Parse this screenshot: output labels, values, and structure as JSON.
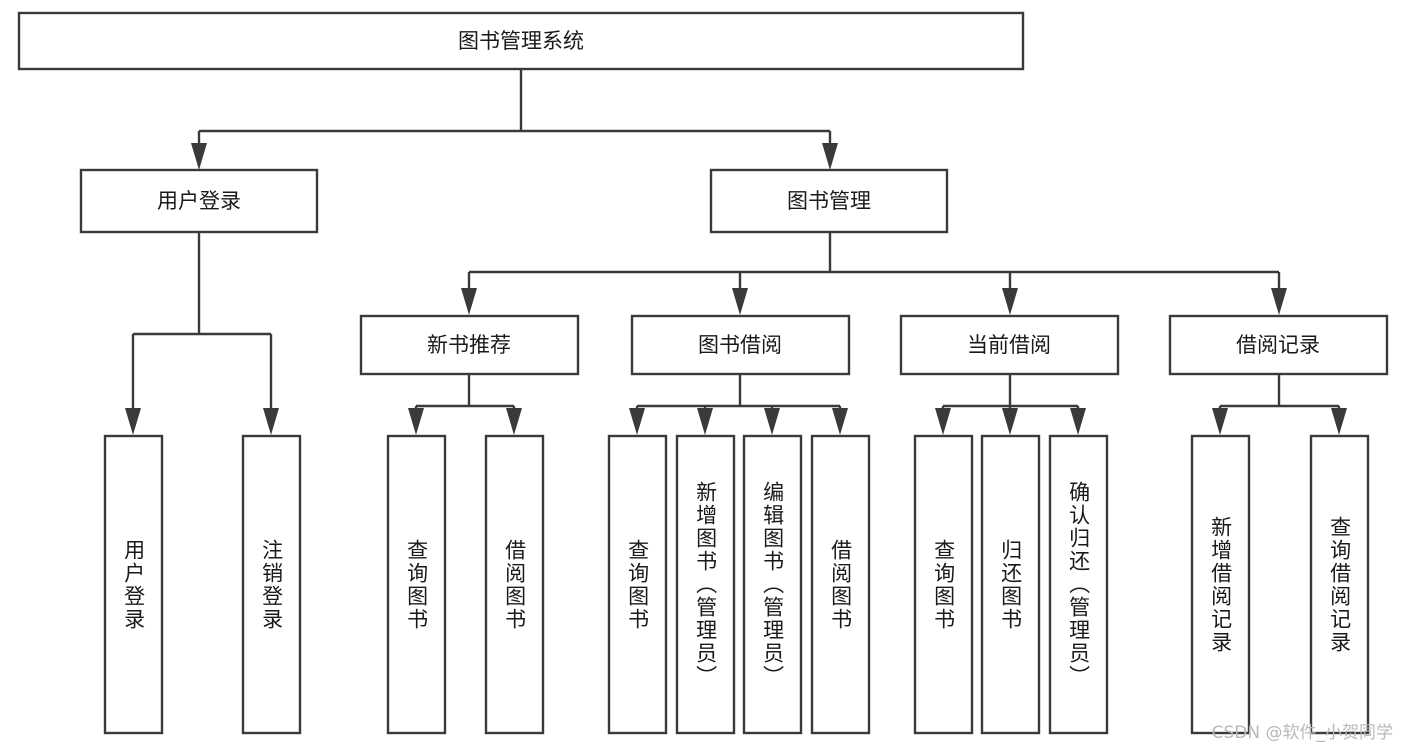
{
  "diagram": {
    "title": "图书管理系统",
    "type": "hierarchy-tree",
    "root": {
      "label": "图书管理系统"
    },
    "level2": [
      {
        "label": "用户登录"
      },
      {
        "label": "图书管理"
      }
    ],
    "level3": [
      {
        "label": "新书推荐"
      },
      {
        "label": "图书借阅"
      },
      {
        "label": "当前借阅"
      },
      {
        "label": "借阅记录"
      }
    ],
    "leaves": {
      "user_login": [
        {
          "label": "用户登录"
        },
        {
          "label": "注销登录"
        }
      ],
      "new_book_recommend": [
        {
          "label": "查询图书"
        },
        {
          "label": "借阅图书"
        }
      ],
      "book_borrow": [
        {
          "label": "查询图书"
        },
        {
          "label": "新增图书（管理员）"
        },
        {
          "label": "编辑图书（管理员）"
        },
        {
          "label": "借阅图书"
        }
      ],
      "current_borrow": [
        {
          "label": "查询图书"
        },
        {
          "label": "归还图书"
        },
        {
          "label": "确认归还（管理员）"
        }
      ],
      "borrow_record": [
        {
          "label": "新增借阅记录"
        },
        {
          "label": "查询借阅记录"
        }
      ]
    },
    "watermark": "CSDN @软件_小贺同学",
    "colors": {
      "stroke": "#3a3a3a",
      "fill": "#ffffff",
      "text": "#1a1a1a",
      "watermark": "#b9b9b9"
    }
  }
}
